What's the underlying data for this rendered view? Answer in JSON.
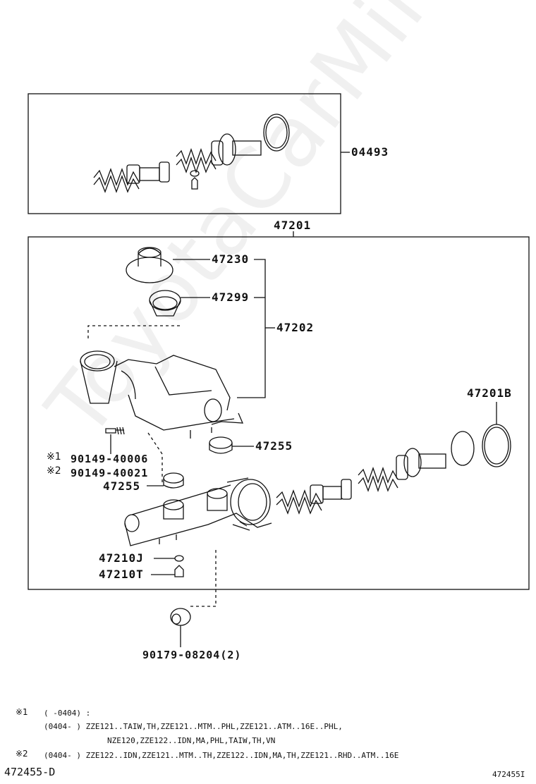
{
  "watermark": "ToyotaCarMine.ru",
  "kit_box": {
    "part_no": "04493"
  },
  "assembly": {
    "part_no": "47201"
  },
  "parts": {
    "cap": "47230",
    "strainer": "47299",
    "reservoir": "47202",
    "grommet_upper": "47255",
    "grommet_lower": "47255",
    "screw_1": "90149-40006",
    "screw_2": "90149-40021",
    "gasket": "47201B",
    "washer": "47210J",
    "plug": "47210T",
    "nut": "90179-08204(2)"
  },
  "screw_marks": {
    "mark_1": "※1",
    "mark_2": "※2"
  },
  "notes": {
    "n1_mark": "※1",
    "n1_line1": "(      -0404) :",
    "n1_line2": "(0404-      ) ZZE121..TAIW,TH,ZZE121..MTM..PHL,ZZE121..ATM..16E..PHL,",
    "n1_line3": "NZE120,ZZE122..IDN,MA,PHL,TAIW,TH,VN",
    "n2_mark": "※2",
    "n2_line1": "(0404-      ) ZZE122..IDN,ZZE121..MTM..TH,ZZE122..IDN,MA,TH,ZZE121..RHD..ATM..16E"
  },
  "footer": {
    "left": "472455-D",
    "right": "472455I"
  },
  "colors": {
    "line": "#111111",
    "background": "#ffffff"
  }
}
